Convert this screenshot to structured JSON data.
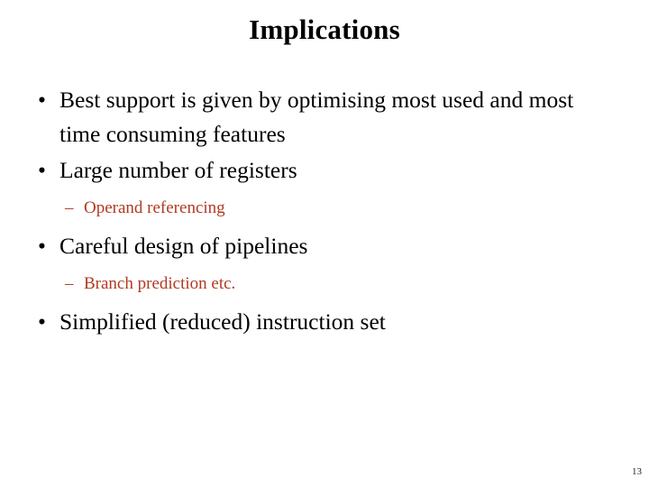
{
  "slide": {
    "title": "Implications",
    "page_number": "13",
    "background_color": "#ffffff",
    "title_color": "#000000",
    "level1_color": "#000000",
    "level2_color": "#b03a22",
    "level1_marker": "•",
    "level2_marker": "–",
    "content": [
      {
        "level": 1,
        "marker": "•",
        "text": "Best support is given by optimising most used and most time consuming features"
      },
      {
        "level": 1,
        "marker": "•",
        "text": "Large number of registers"
      },
      {
        "level": 2,
        "marker": "–",
        "text": "Operand referencing"
      },
      {
        "level": 1,
        "marker": "•",
        "text": "Careful design of pipelines"
      },
      {
        "level": 2,
        "marker": "–",
        "text": "Branch prediction etc."
      },
      {
        "level": 1,
        "marker": "•",
        "text": "Simplified (reduced) instruction set"
      }
    ]
  }
}
